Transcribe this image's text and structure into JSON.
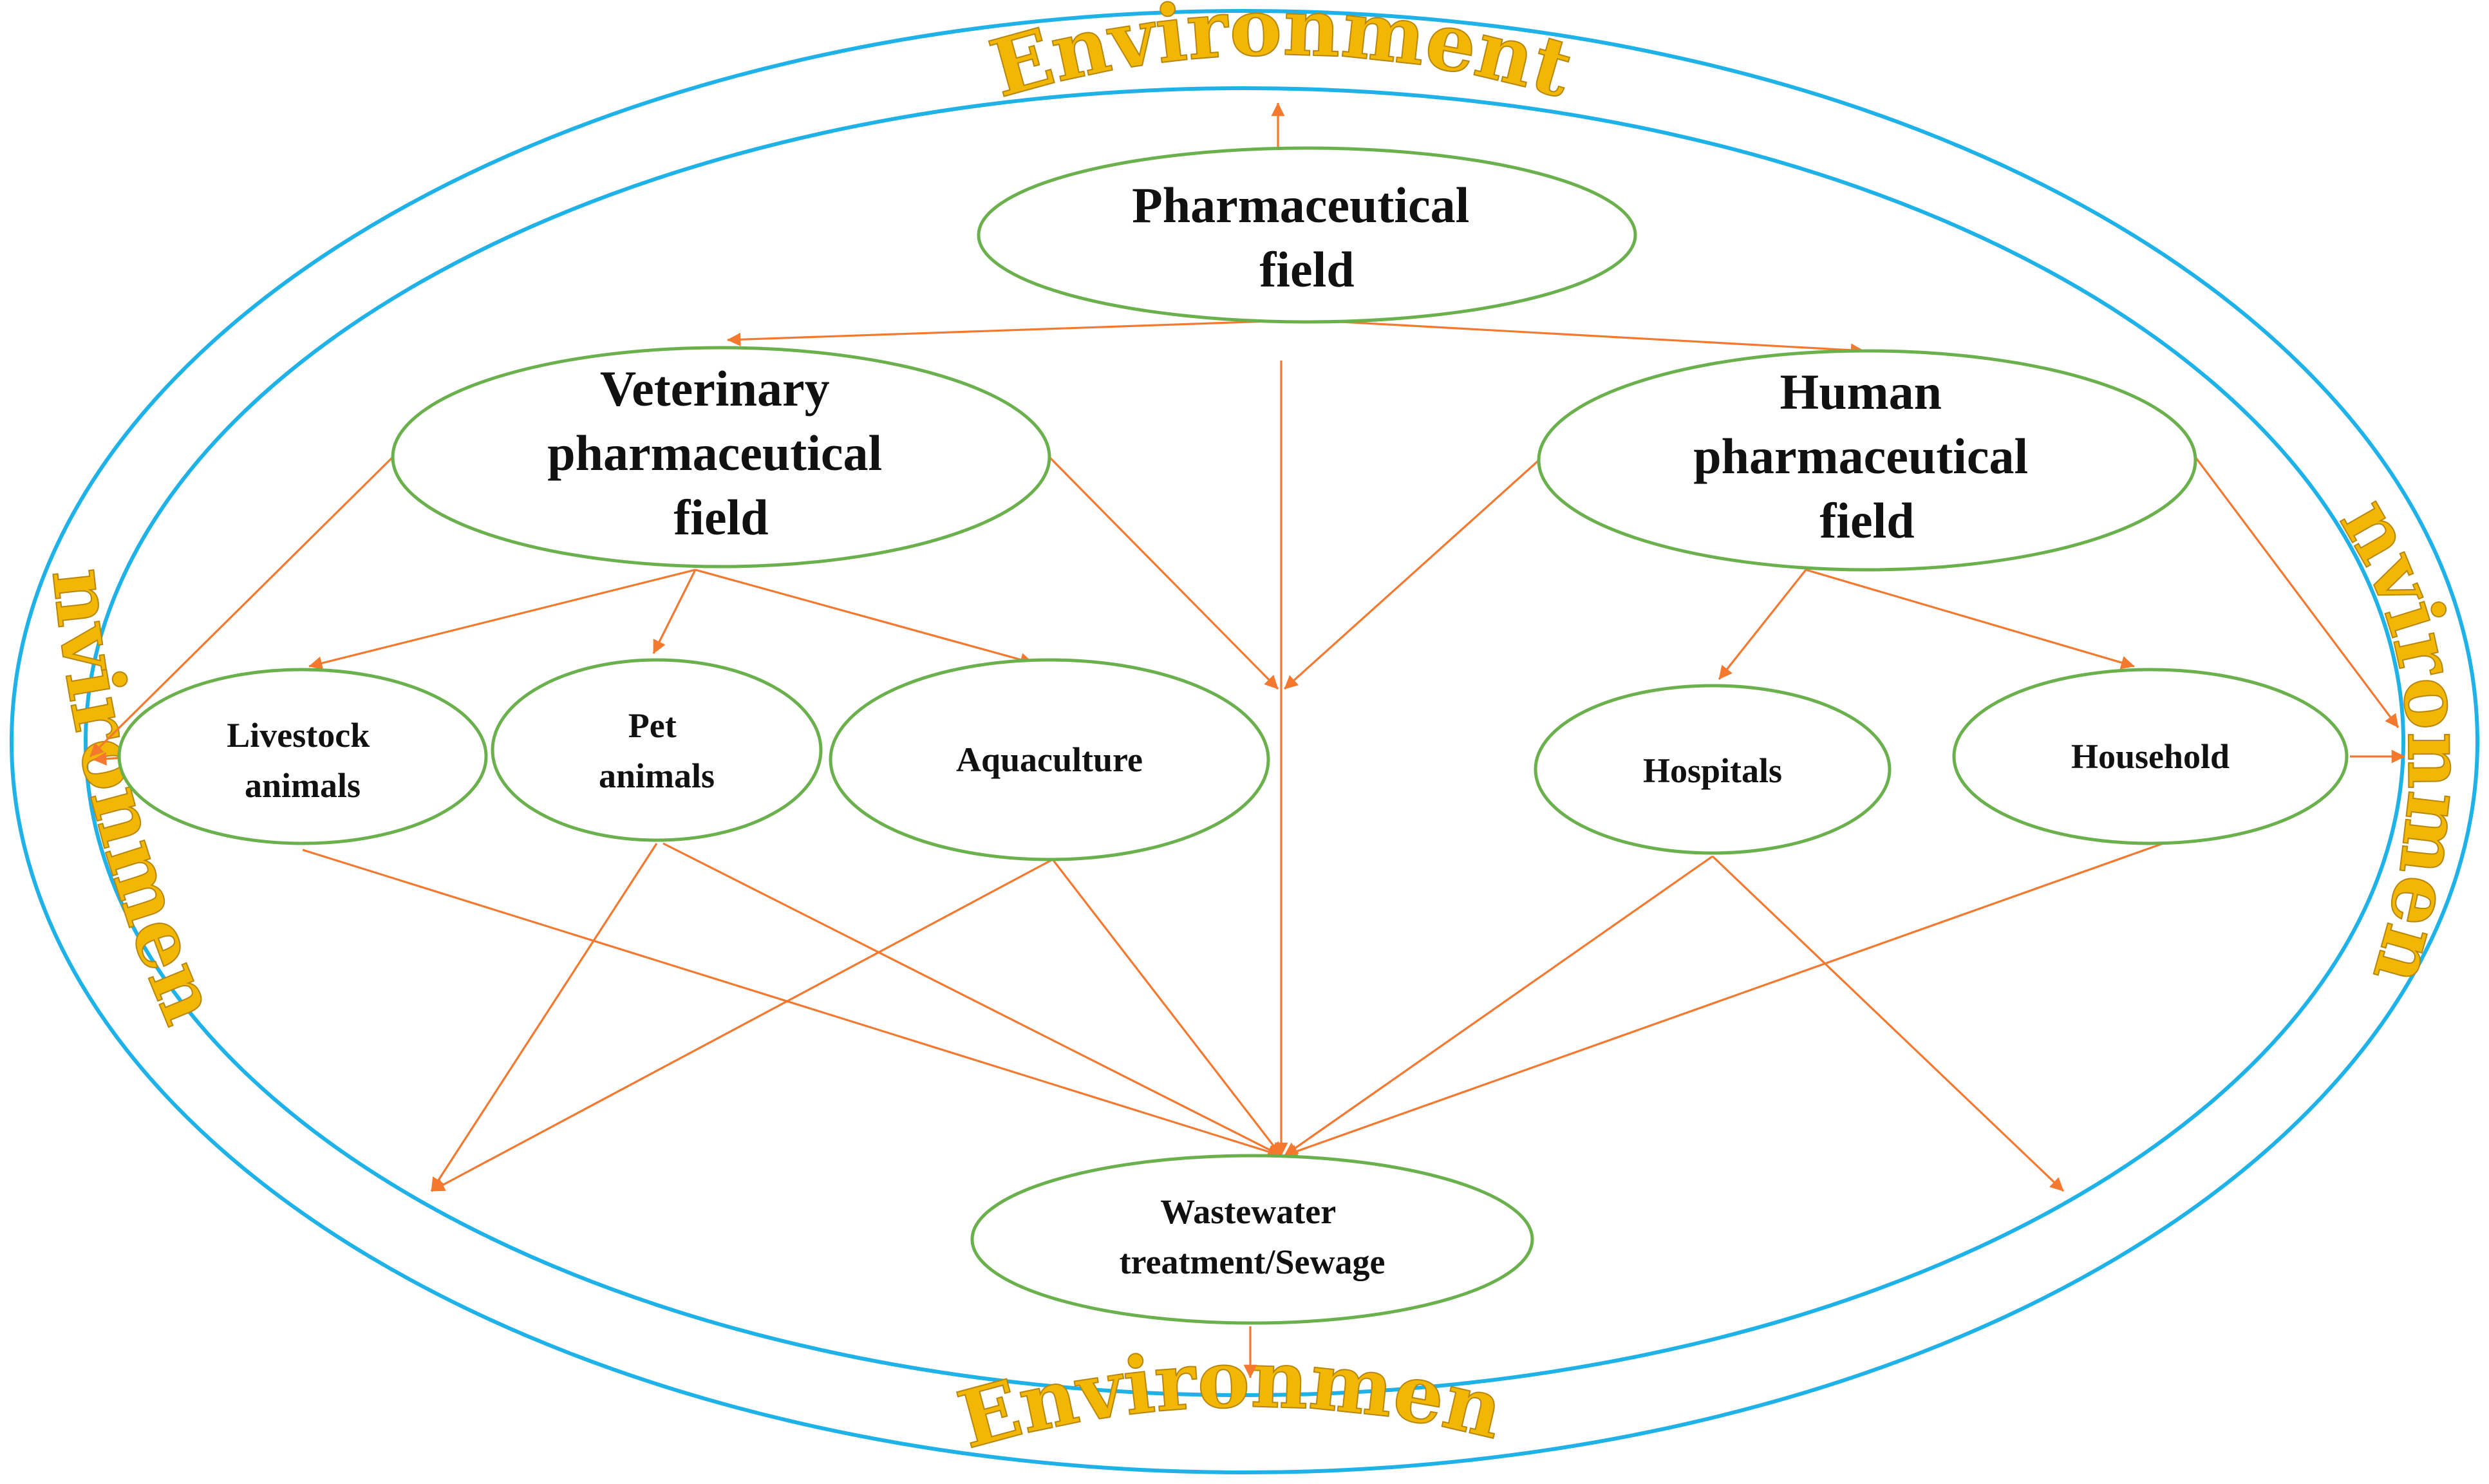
{
  "environment_label": "Environment",
  "nodes": {
    "pharmaceutical": [
      "Pharmaceutical",
      "field"
    ],
    "veterinary": [
      "Veterinary",
      "pharmaceutical",
      "field"
    ],
    "human": [
      "Human",
      "pharmaceutical",
      "field"
    ],
    "livestock": [
      "Livestock",
      "animals"
    ],
    "pet": [
      "Pet",
      "animals"
    ],
    "aquaculture": [
      "Aquaculture"
    ],
    "hospitals": [
      "Hospitals"
    ],
    "household": [
      "Household"
    ],
    "wastewater": [
      "Wastewater",
      "treatment/Sewage"
    ]
  },
  "colors": {
    "ring": "#1fb2e8",
    "node_border": "#6ab04c",
    "arrow": "#f4792f",
    "environment_text": "#f2b705"
  },
  "edges": [
    [
      "pharmaceutical",
      "environment-top"
    ],
    [
      "pharmaceutical",
      "veterinary"
    ],
    [
      "pharmaceutical",
      "human"
    ],
    [
      "pharmaceutical",
      "environment-center"
    ],
    [
      "veterinary",
      "livestock"
    ],
    [
      "veterinary",
      "pet"
    ],
    [
      "veterinary",
      "aquaculture"
    ],
    [
      "veterinary",
      "environment-left"
    ],
    [
      "veterinary",
      "environment-center"
    ],
    [
      "human",
      "hospitals"
    ],
    [
      "human",
      "household"
    ],
    [
      "human",
      "environment-center"
    ],
    [
      "human",
      "environment-right"
    ],
    [
      "livestock",
      "environment-left"
    ],
    [
      "livestock",
      "wastewater"
    ],
    [
      "pet",
      "wastewater"
    ],
    [
      "pet",
      "environment-lower-left"
    ],
    [
      "aquaculture",
      "wastewater"
    ],
    [
      "aquaculture",
      "environment-lower-left"
    ],
    [
      "hospitals",
      "wastewater"
    ],
    [
      "hospitals",
      "environment-lower-right"
    ],
    [
      "household",
      "wastewater"
    ],
    [
      "household",
      "environment-right"
    ],
    [
      "environment-center",
      "wastewater"
    ],
    [
      "wastewater",
      "environment-bottom"
    ]
  ]
}
